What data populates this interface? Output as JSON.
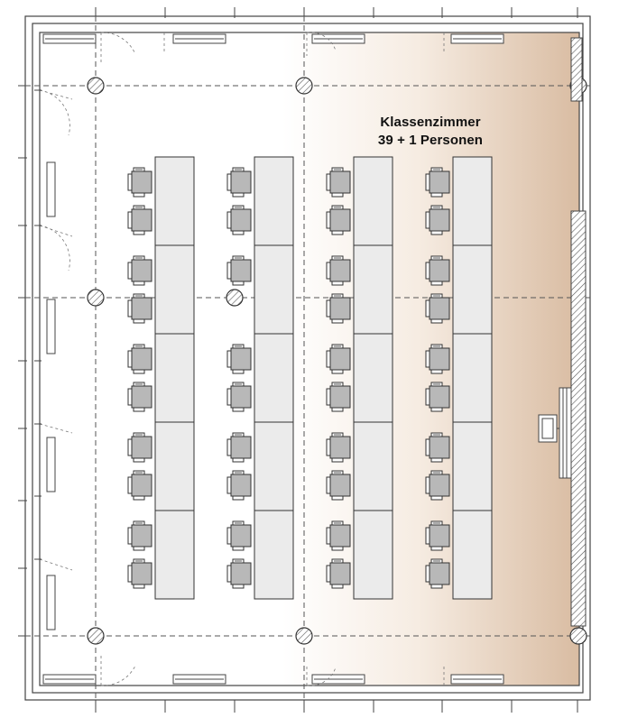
{
  "room": {
    "name": "Klassenzimmer",
    "capacity": "39 + 1 Personen"
  },
  "seating": {
    "table_columns": 4,
    "tables_per_column": 5,
    "chairs_per_table": 2,
    "missing_chairs": [
      {
        "column": 2,
        "table": 2,
        "position": 2
      }
    ]
  },
  "colors": {
    "wall": "#d8d8d8",
    "table_fill": "#ebebeb",
    "chair_fill": "#b8b8b8",
    "gradient_end": "#d9bca2",
    "grid_line": "#444444"
  }
}
